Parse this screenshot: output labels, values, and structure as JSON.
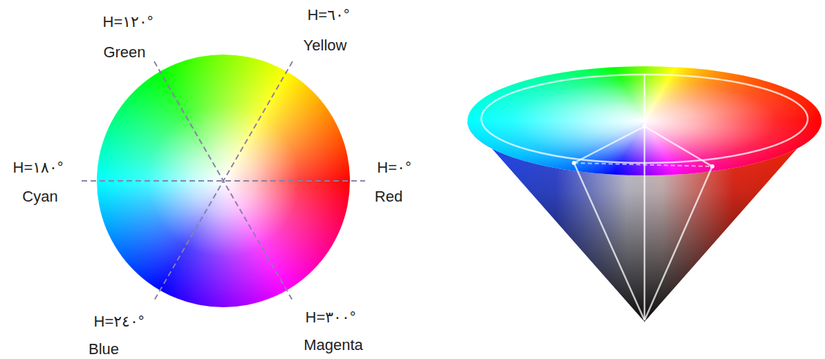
{
  "diagram": {
    "labels": [
      "H=١٢٠°",
      "Green",
      "H=٦٠°",
      "Yellow",
      "H=١٨٠°",
      "Cyan",
      "H=٠°",
      "Red",
      "H=٢٤٠°",
      "Blue",
      "H=٣٠٠°",
      "Magenta"
    ]
  }
}
